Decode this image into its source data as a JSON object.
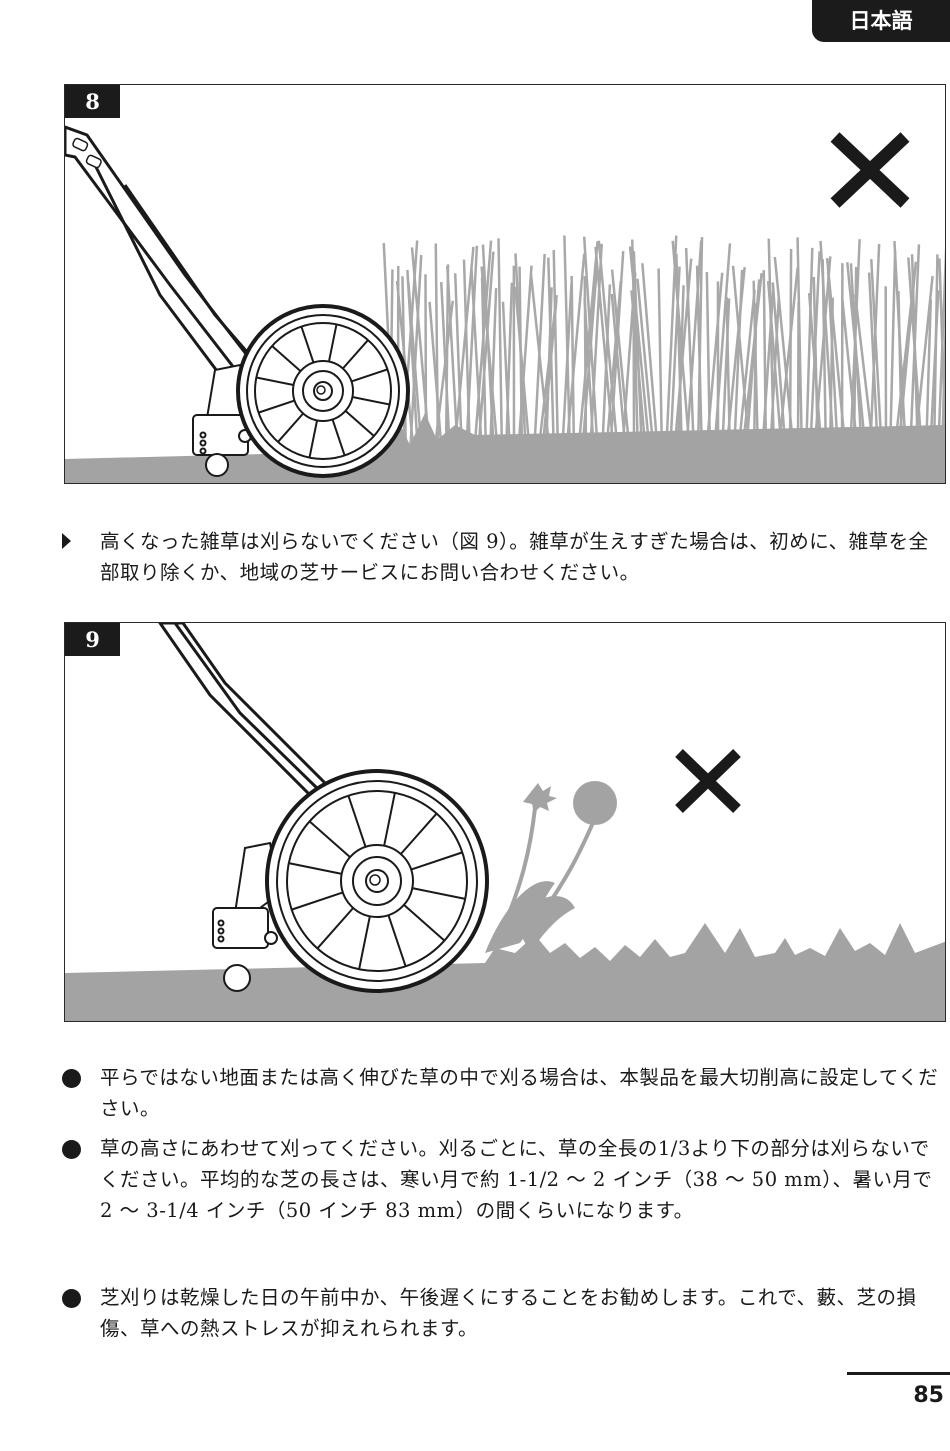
{
  "header": {
    "language_tab": "日本語"
  },
  "figures": [
    {
      "number": "8",
      "mark_icon": "x-icon"
    },
    {
      "number": "9",
      "mark_icon": "x-icon"
    }
  ],
  "paragraphs": {
    "tall_weeds": "高くなった雑草は刈らないでください（図 9）。雑草が生えすぎた場合は、初めに、雑草を全部取り除くか、地域の芝サービスにお問い合わせください。",
    "uneven_ground": "平らではない地面または高く伸びた草の中で刈る場合は、本製品を最大切削高に設定してください。",
    "grass_height": "草の高さにあわせて刈ってください。刈るごとに、草の全長の1/3より下の部分は刈らないでください。平均的な芝の長さは、寒い月で約 1-1/2 ～ 2 インチ（38 ～ 50 mm）、暑い月で 2 ～ 3-1/4 インチ（50 インチ 83 mm）の間くらいになります。",
    "mow_time": "芝刈りは乾燥した日の午前中か、午後遅くにすることをお勧めします。これで、藪、芝の損傷、草への熱ストレスが抑えれられます。"
  },
  "footer": {
    "page_number": "85"
  },
  "colors": {
    "ink": "#1a1a1a",
    "grass_gray": "#a8a8a8",
    "ground_gray": "#a3a3a3"
  }
}
